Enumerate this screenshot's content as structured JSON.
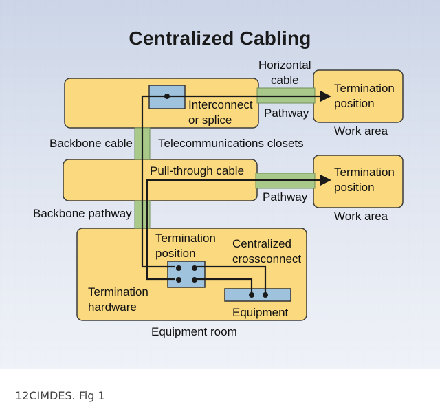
{
  "title": "Centralized Cabling",
  "labels": {
    "horizontal_cable": [
      "Horizontal",
      "cable"
    ],
    "termination_position_1": [
      "Termination",
      "position"
    ],
    "termination_position_2": [
      "Termination",
      "position"
    ],
    "interconnect": [
      "Interconnect",
      "or splice"
    ],
    "pathway_1": "Pathway",
    "pathway_2": "Pathway",
    "work_area_1": "Work area",
    "work_area_2": "Work area",
    "backbone_cable": "Backbone cable",
    "telecom_closets": "Telecommunications closets",
    "pull_through_cable": "Pull-through cable",
    "backbone_pathway": "Backbone pathway",
    "termination_position_eq": [
      "Termination",
      "position"
    ],
    "centralized_crossconnect": [
      "Centralized",
      "crossconnect"
    ],
    "termination_hardware": [
      "Termination",
      "hardware"
    ],
    "equipment": "Equipment",
    "equipment_room": "Equipment room"
  },
  "colors": {
    "box_fill": "#fbd97e",
    "box_stroke": "#3b3b3b",
    "pathway_green": "#a9c98a",
    "connector_blue": "#9fc3dc",
    "cable": "#1a1a1a"
  },
  "caption": "12CIMDES. Fig 1"
}
